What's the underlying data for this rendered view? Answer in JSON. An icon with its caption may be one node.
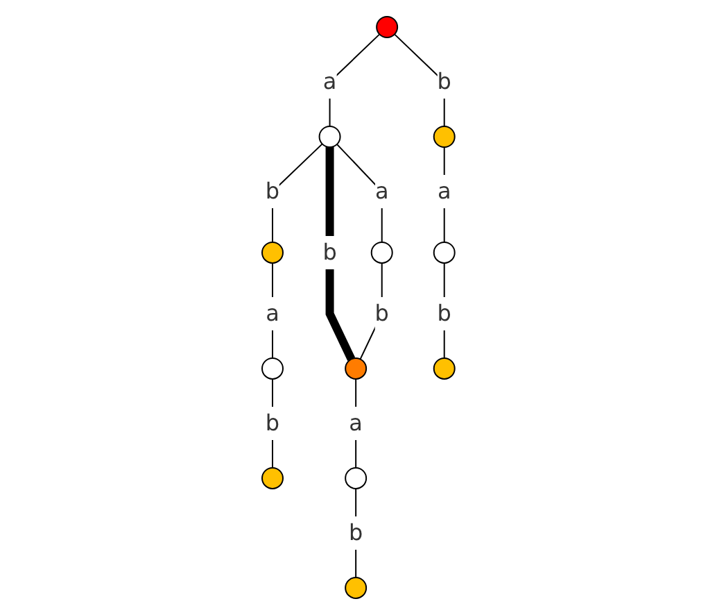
{
  "diagram": {
    "nodes": [
      {
        "text": [],
        "shape": "circle"
      },
      {
        "text": [],
        "shape": "circle"
      },
      {
        "text": [],
        "shape": "circle"
      },
      {
        "text": [],
        "shape": "circle"
      },
      {
        "text": [],
        "shape": "circle"
      },
      {
        "text": [],
        "shape": "circle"
      },
      {
        "text": [],
        "shape": "circle"
      },
      {
        "text": [],
        "shape": "circle"
      },
      {
        "text": [],
        "shape": "circle"
      },
      {
        "text": [],
        "shape": "circle"
      },
      {
        "text": [],
        "shape": "circle"
      },
      {
        "text": [],
        "shape": "circle"
      }
    ],
    "edges": [
      {
        "from": 0,
        "to": 1,
        "arrow": "none",
        "label": "a"
      },
      {
        "from": 0,
        "to": 2,
        "arrow": "none",
        "label": "b"
      },
      {
        "from": 1,
        "to": 3,
        "arrow": "none",
        "label": "a"
      },
      {
        "from": 1,
        "to": 5,
        "arrow": "none",
        "label": "b",
        "style": "thick"
      },
      {
        "from": 1,
        "to": 4,
        "arrow": "none",
        "label": "b"
      },
      {
        "from": 2,
        "to": 8,
        "arrow": "none",
        "label": "a"
      },
      {
        "from": 3,
        "to": 5,
        "arrow": "none",
        "label": "b"
      },
      {
        "from": 4,
        "to": 6,
        "arrow": "none",
        "label": "a"
      },
      {
        "from": 8,
        "to": 9,
        "arrow": "none",
        "label": "b"
      },
      {
        "from": 5,
        "to": 10,
        "arrow": "none",
        "label": "a"
      },
      {
        "from": 6,
        "to": 7,
        "arrow": "none",
        "label": "b"
      },
      {
        "from": 10,
        "to": 11,
        "arrow": "none",
        "label": "b"
      }
    ]
  }
}
